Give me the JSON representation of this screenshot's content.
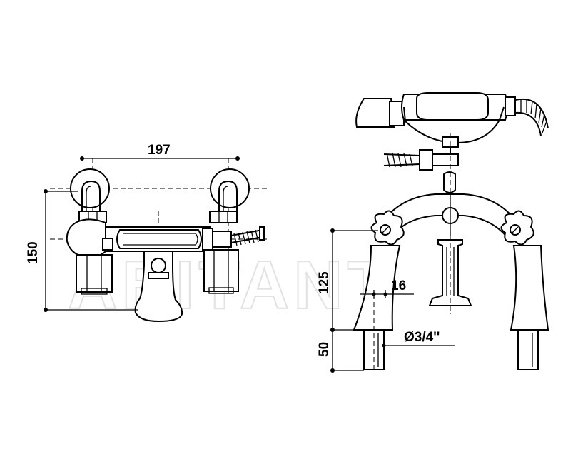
{
  "drawing": {
    "watermark": "ABITANT",
    "dimensions": {
      "front_width": "197",
      "front_height": "150",
      "side_height": "125",
      "leg_height": "50",
      "pipe_offset": "16",
      "pipe_diameter": "Ø3/4''"
    }
  }
}
